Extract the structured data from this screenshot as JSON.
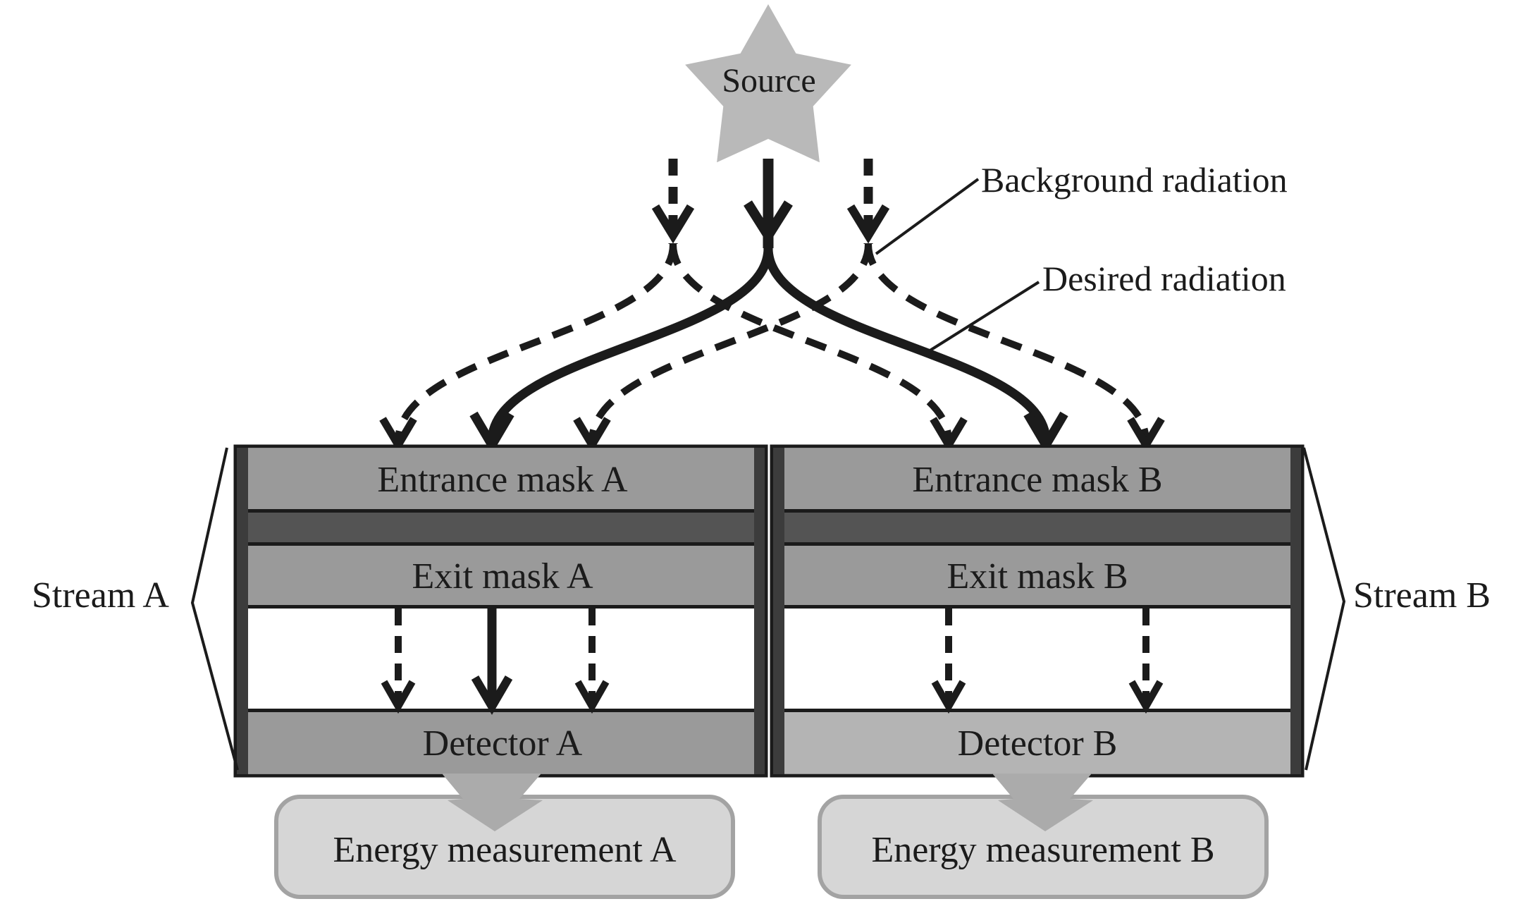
{
  "figure": {
    "source_label": "Source",
    "legend": {
      "background_label": "Background radiation",
      "desired_label": "Desired radiation"
    },
    "stream_a": {
      "bracket_label": "Stream A",
      "entrance_label": "Entrance mask A",
      "exit_label": "Exit mask A",
      "detector_label": "Detector A",
      "energy_label": "Energy measurement A"
    },
    "stream_b": {
      "bracket_label": "Stream B",
      "entrance_label": "Entrance mask B",
      "exit_label": "Exit mask B",
      "detector_label": "Detector B",
      "energy_label": "Energy measurement B"
    }
  },
  "colors": {
    "ink": "#1b1b1b",
    "star": "#b9b9b9",
    "mask_band": "#9a9a9a",
    "separator_band": "#545454",
    "side_bar": "#3c3c3c",
    "detector_a": "#9a9a9a",
    "detector_b": "#b4b4b4",
    "box_fill": "#d6d6d6",
    "box_border": "#a3a3a3",
    "fat_arrow": "#ababab"
  }
}
